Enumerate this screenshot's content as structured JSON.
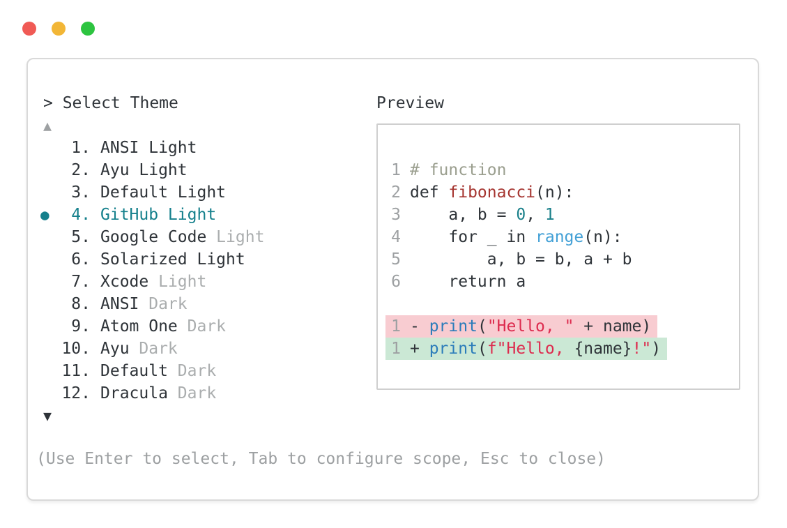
{
  "window": {
    "dots": [
      {
        "name": "close",
        "color": "#f05a55"
      },
      {
        "name": "minimize",
        "color": "#f2b636"
      },
      {
        "name": "zoom",
        "color": "#2dc440"
      }
    ]
  },
  "dialog": {
    "title": "> Select Theme",
    "up_arrow": "▲",
    "down_arrow": "▼",
    "bullet": "●",
    "hint": "(Use Enter to select, Tab to configure scope, Esc to close)"
  },
  "theme_list": {
    "selected_index": 3,
    "items": [
      {
        "num": "1.",
        "main": "ANSI Light",
        "suffix": ""
      },
      {
        "num": "2.",
        "main": "Ayu Light",
        "suffix": ""
      },
      {
        "num": "3.",
        "main": "Default Light",
        "suffix": ""
      },
      {
        "num": "4.",
        "main": "GitHub Light",
        "suffix": "",
        "selected": true
      },
      {
        "num": "5.",
        "main": "Google Code",
        "suffix": "Light"
      },
      {
        "num": "6.",
        "main": "Solarized Light",
        "suffix": ""
      },
      {
        "num": "7.",
        "main": "Xcode",
        "suffix": "Light"
      },
      {
        "num": "8.",
        "main": "ANSI",
        "suffix": "Dark"
      },
      {
        "num": "9.",
        "main": "Atom One",
        "suffix": "Dark"
      },
      {
        "num": "10.",
        "main": "Ayu",
        "suffix": "Dark"
      },
      {
        "num": "11.",
        "main": "Default",
        "suffix": "Dark"
      },
      {
        "num": "12.",
        "main": "Dracula",
        "suffix": "Dark"
      }
    ]
  },
  "preview": {
    "title": "Preview",
    "code_lines": [
      {
        "ln": "1",
        "tokens": [
          {
            "text": "# function",
            "cls": "comment"
          }
        ]
      },
      {
        "ln": "2",
        "tokens": [
          {
            "text": "def ",
            "cls": "default"
          },
          {
            "text": "fibonacci",
            "cls": "func"
          },
          {
            "text": "(n):",
            "cls": "default"
          }
        ]
      },
      {
        "ln": "3",
        "tokens": [
          {
            "text": "    a, b = ",
            "cls": "default"
          },
          {
            "text": "0",
            "cls": "num"
          },
          {
            "text": ", ",
            "cls": "default"
          },
          {
            "text": "1",
            "cls": "num"
          }
        ]
      },
      {
        "ln": "4",
        "tokens": [
          {
            "text": "    for _ in ",
            "cls": "default"
          },
          {
            "text": "range",
            "cls": "builtin"
          },
          {
            "text": "(n):",
            "cls": "default"
          }
        ]
      },
      {
        "ln": "5",
        "tokens": [
          {
            "text": "        a, b = b, a + b",
            "cls": "default"
          }
        ]
      },
      {
        "ln": "6",
        "tokens": [
          {
            "text": "    return a",
            "cls": "default"
          }
        ]
      },
      {
        "ln": "",
        "tokens": []
      },
      {
        "ln": "1",
        "diff": "removed",
        "tokens": [
          {
            "text": "- ",
            "cls": "default"
          },
          {
            "text": "print",
            "cls": "call"
          },
          {
            "text": "(",
            "cls": "default"
          },
          {
            "text": "\"Hello, \"",
            "cls": "string"
          },
          {
            "text": " + name)",
            "cls": "default"
          }
        ]
      },
      {
        "ln": "1",
        "diff": "added",
        "tokens": [
          {
            "text": "+ ",
            "cls": "default"
          },
          {
            "text": "print",
            "cls": "call"
          },
          {
            "text": "(",
            "cls": "default"
          },
          {
            "text": "f\"Hello, ",
            "cls": "string"
          },
          {
            "text": "{name}",
            "cls": "default"
          },
          {
            "text": "!\"",
            "cls": "string"
          },
          {
            "text": ")",
            "cls": "default"
          }
        ]
      }
    ]
  },
  "colors": {
    "accent_teal": "#15808c",
    "text_dark": "#2e3338",
    "suffix_gray": "#aaadae",
    "hint_gray": "#9da0a2",
    "comment": "#9a9e8e",
    "function_red": "#a5342f",
    "number_teal": "#1a808a",
    "builtin_blue": "#42a0d6",
    "call_blue": "#2b7cba",
    "string_red": "#dd2b4e",
    "diff_removed_bg": "#f8ccd1",
    "diff_added_bg": "#cbe8d5",
    "dot_red": "#f05a55",
    "dot_yellow": "#f2b636",
    "dot_green": "#2dc440"
  }
}
